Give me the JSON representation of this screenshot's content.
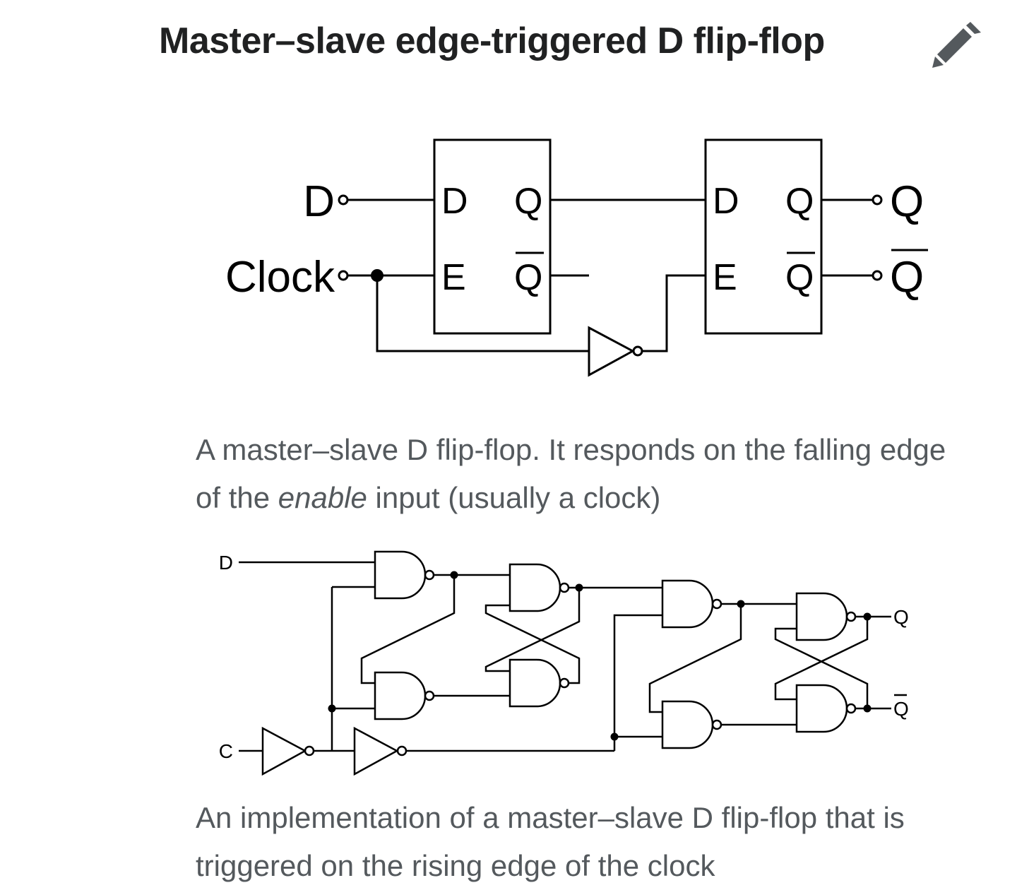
{
  "header": {
    "title": "Master–slave edge-triggered D flip-flop",
    "edit_icon": "pencil-icon"
  },
  "figure1": {
    "input_d": "D",
    "input_clock": "Clock",
    "output_q": "Q",
    "output_q_bar": "Q",
    "master_latch": {
      "d": "D",
      "e": "E",
      "q": "Q",
      "q_bar": "Q"
    },
    "slave_latch": {
      "d": "D",
      "e": "E",
      "q": "Q",
      "q_bar": "Q"
    },
    "caption": {
      "before": "A master–slave D flip-flop. It responds on the falling edge of the ",
      "emphasis": "enable",
      "after": " input (usually a clock)"
    }
  },
  "figure2": {
    "input_d": "D",
    "input_c": "C",
    "output_q": "Q",
    "output_q_bar": "Q",
    "caption": "An implementation of a master–slave D flip-flop that is triggered on the rising edge of the clock"
  },
  "colors": {
    "title": "#202122",
    "caption": "#54595d",
    "diagram_ink": "#000000",
    "icon": "#54595d"
  }
}
